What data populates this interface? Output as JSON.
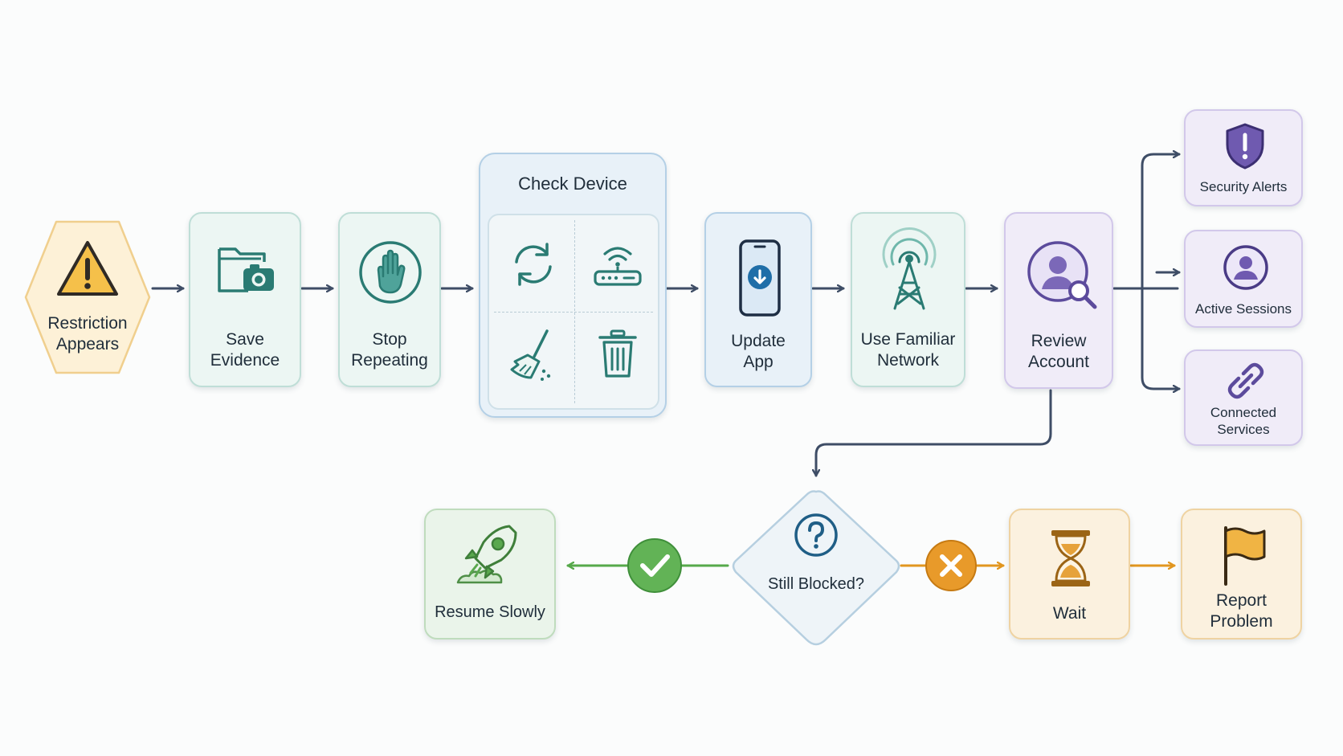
{
  "nodes": {
    "restriction": {
      "line1": "Restriction",
      "line2": "Appears",
      "icon": "warning-icon"
    },
    "save_evidence": {
      "line1": "Save",
      "line2": "Evidence",
      "icon": "folder-camera-icon"
    },
    "stop_repeating": {
      "line1": "Stop",
      "line2": "Repeating",
      "icon": "stop-hand-icon"
    },
    "check_device": {
      "title": "Check Device",
      "icons": [
        "refresh-icon",
        "router-icon",
        "broom-icon",
        "trash-icon"
      ]
    },
    "update_app": {
      "line1": "Update",
      "line2": "App",
      "icon": "phone-download-icon"
    },
    "familiar_network": {
      "line1": "Use Familiar",
      "line2": "Network",
      "icon": "antenna-icon"
    },
    "review_account": {
      "line1": "Review",
      "line2": "Account",
      "icon": "user-search-icon"
    },
    "security_alerts": {
      "label": "Security Alerts",
      "icon": "shield-alert-icon"
    },
    "active_sessions": {
      "label": "Active Sessions",
      "icon": "user-circle-icon"
    },
    "connected_services": {
      "line1": "Connected",
      "line2": "Services",
      "icon": "link-icon"
    },
    "still_blocked": {
      "label": "Still Blocked?",
      "icon": "question-icon"
    },
    "resume_slowly": {
      "label": "Resume Slowly",
      "icon": "rocket-icon"
    },
    "wait": {
      "label": "Wait",
      "icon": "hourglass-icon"
    },
    "report_problem": {
      "line1": "Report",
      "line2": "Problem",
      "icon": "flag-icon"
    }
  },
  "colors": {
    "connector": "#3e4d66",
    "yes_branch": "#56a94a",
    "no_branch": "#e1961f",
    "teal_icon": "#2a7b73",
    "blue_icon": "#1f6ea8",
    "purple_icon": "#5c4b9c",
    "orange_icon": "#b07a1e"
  }
}
